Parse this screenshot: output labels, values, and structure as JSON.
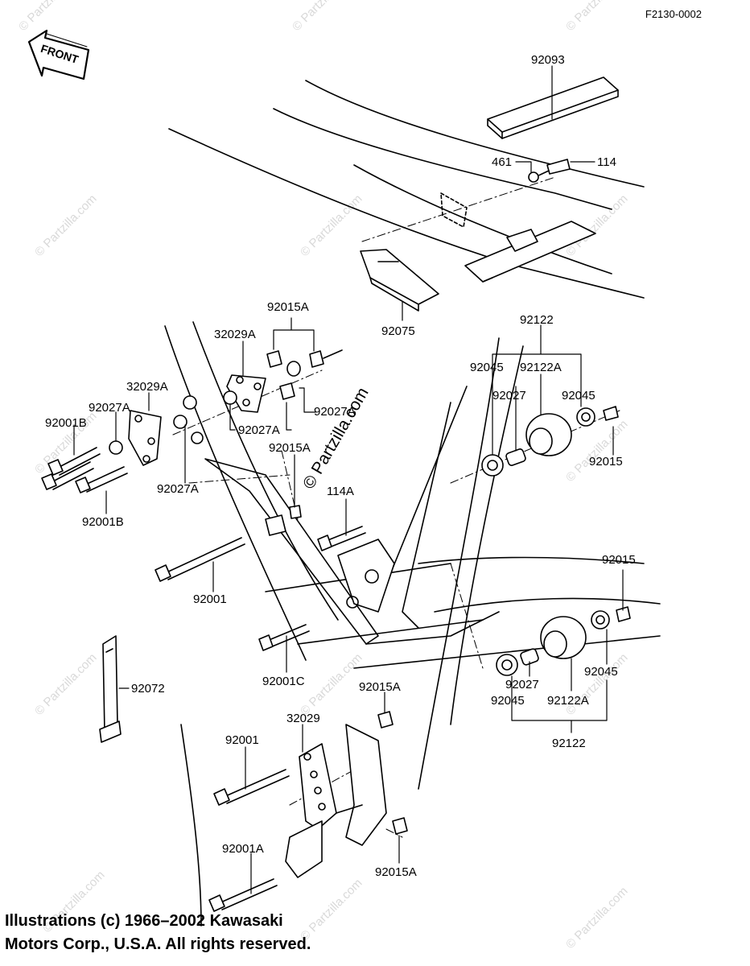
{
  "drawing_code": "F2130-0002",
  "front_label": "FRONT",
  "watermark": "© Partzilla.com",
  "copyright": {
    "line1": "Illustrations (c) 1966–2002 Kawasaki",
    "line2": "Motors Corp., U.S.A.  All rights reserved."
  },
  "parts": {
    "p92093": "92093",
    "p461": "461",
    "p114": "114",
    "p92075": "92075",
    "p92122_top": "92122",
    "p92045_a": "92045",
    "p92122A_a": "92122A",
    "p92027_a": "92027",
    "p92045_b": "92045",
    "p92015_a": "92015",
    "p92015A_top": "92015A",
    "p32029A_a": "32029A",
    "p32029A_b": "32029A",
    "p92027A_a": "92027A",
    "p92027A_b": "92027A",
    "p92027A_c": "92027A",
    "p92027A_d": "92027A",
    "p92015A_mid": "92015A",
    "p92001B_a": "92001B",
    "p92001B_b": "92001B",
    "p114A": "114A",
    "p92001": "92001",
    "p92015_b": "92015",
    "p92001C": "92001C",
    "p92072": "92072",
    "p92045_c": "92045",
    "p92027_b": "92027",
    "p92045_d": "92045",
    "p92122A_b": "92122A",
    "p92122_bottom": "92122",
    "p92015A_low": "92015A",
    "p32029": "32029",
    "p92001_low": "92001",
    "p92001A": "92001A",
    "p92015A_bottom": "92015A"
  }
}
